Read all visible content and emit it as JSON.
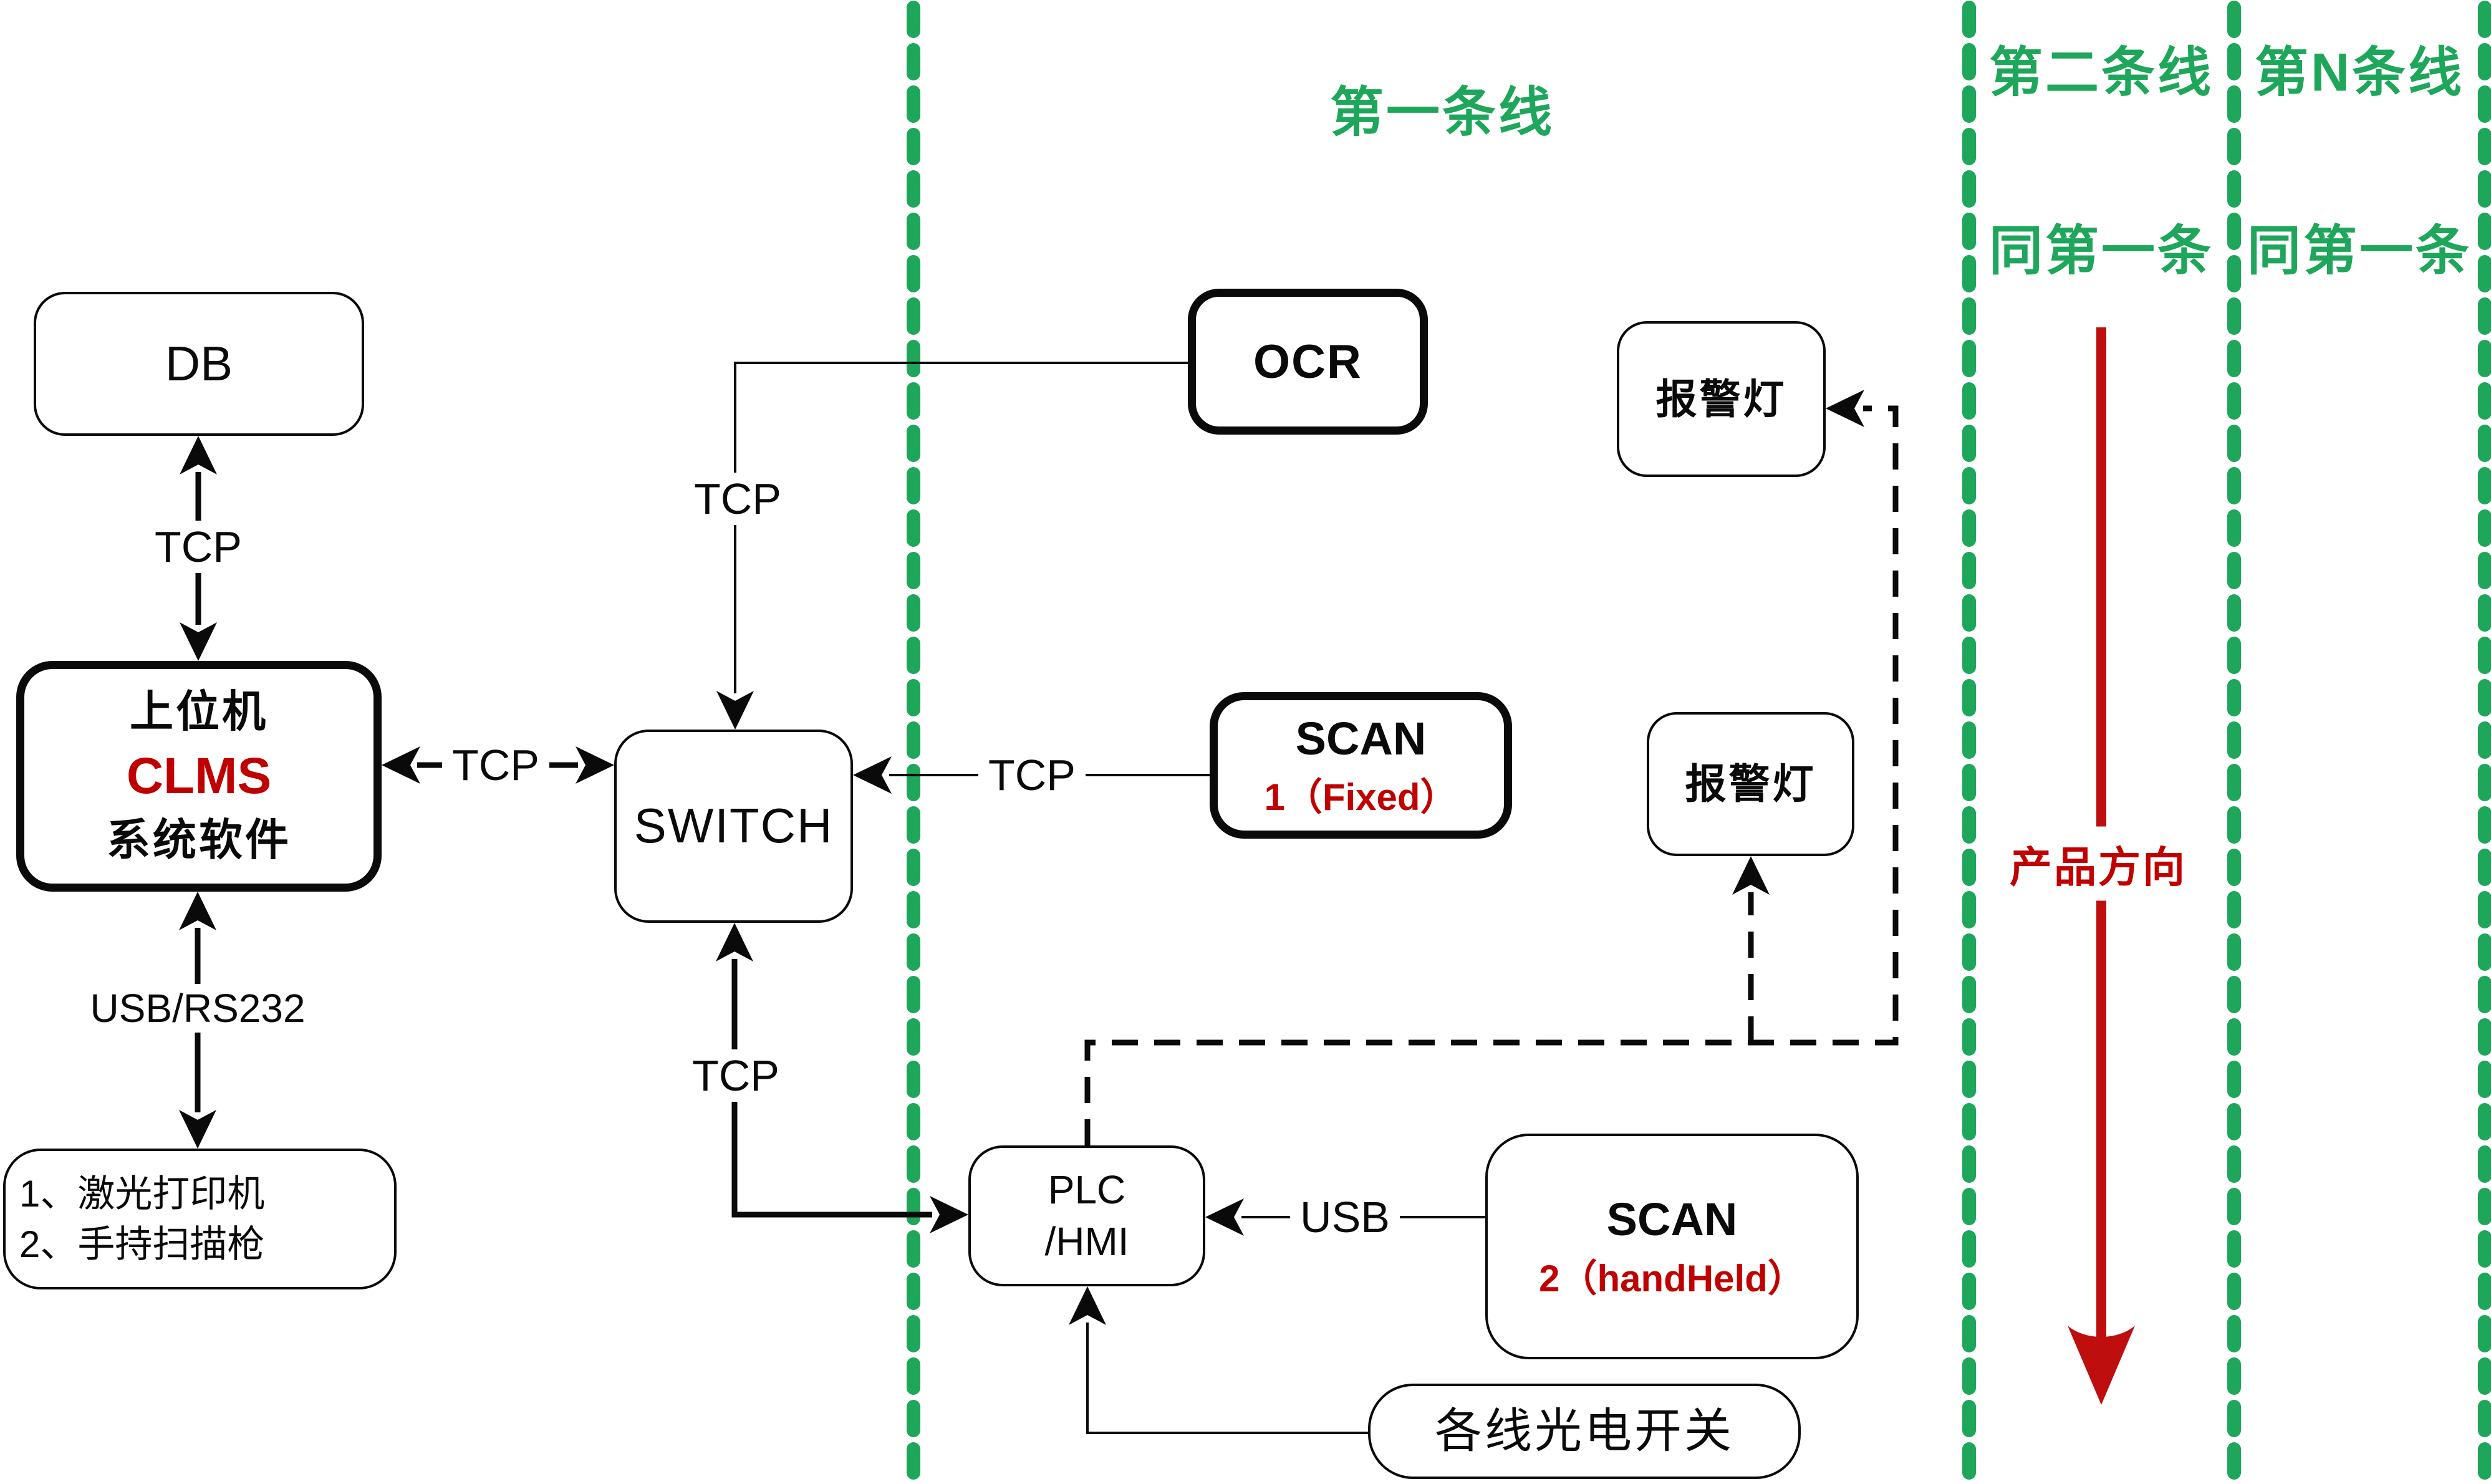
{
  "diagram": {
    "nodes": {
      "db": {
        "label": "DB"
      },
      "clms": {
        "line1": "上位机",
        "line2": "CLMS",
        "line3": "系统软件"
      },
      "peripherals": {
        "line1": "1、激光打印机",
        "line2": "2、手持扫描枪"
      },
      "switch": {
        "label": "SWITCH"
      },
      "ocr": {
        "label": "OCR"
      },
      "scan1": {
        "line1": "SCAN",
        "line2": "1（Fixed）"
      },
      "scan2": {
        "line1": "SCAN",
        "line2": "2（handHeld）"
      },
      "alarm1": {
        "label": "报警灯"
      },
      "alarm2": {
        "label": "报警灯"
      },
      "plc": {
        "line1": "PLC",
        "line2": "/HMI"
      },
      "photoswitch": {
        "label": "各线光电开关"
      }
    },
    "edge_labels": {
      "db_clms": "TCP",
      "clms_switch": "TCP",
      "ocr_switch": "TCP",
      "scan1_switch": "TCP",
      "switch_plc": "TCP",
      "clms_peripherals": "USB/RS232",
      "scan2_plc": "USB"
    },
    "lanes": {
      "line1_title": "第一条线",
      "line2_title": "第二条线",
      "lineN_title": "第N条线",
      "line2_note": "同第一条",
      "lineN_note": "同第一条",
      "direction_label": "产品方向"
    },
    "colors": {
      "green": "#1EA65B",
      "red_text": "#C00000",
      "red_arrow": "#BE0E0E",
      "ink": "#0a0a0a"
    }
  }
}
